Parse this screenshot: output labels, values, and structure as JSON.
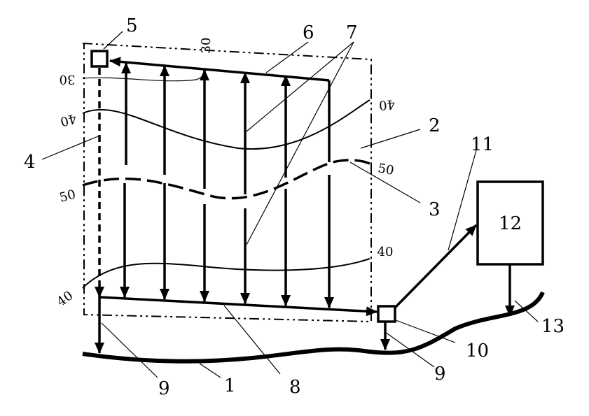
{
  "labels": {
    "l1": "1",
    "l2": "2",
    "l3": "3",
    "l4": "4",
    "l5": "5",
    "l6": "6",
    "l7": "7",
    "l8": "8",
    "l9a": "9",
    "l9b": "9",
    "l10": "10",
    "l11": "11",
    "l12": "12",
    "l13": "13"
  },
  "contours": {
    "c30_left": "30",
    "c30_top": "30",
    "c40_left": "40",
    "c40_right": "40",
    "c50_left": "50",
    "c50_right": "50",
    "c40b_left": "40",
    "c40b_right": "40"
  }
}
